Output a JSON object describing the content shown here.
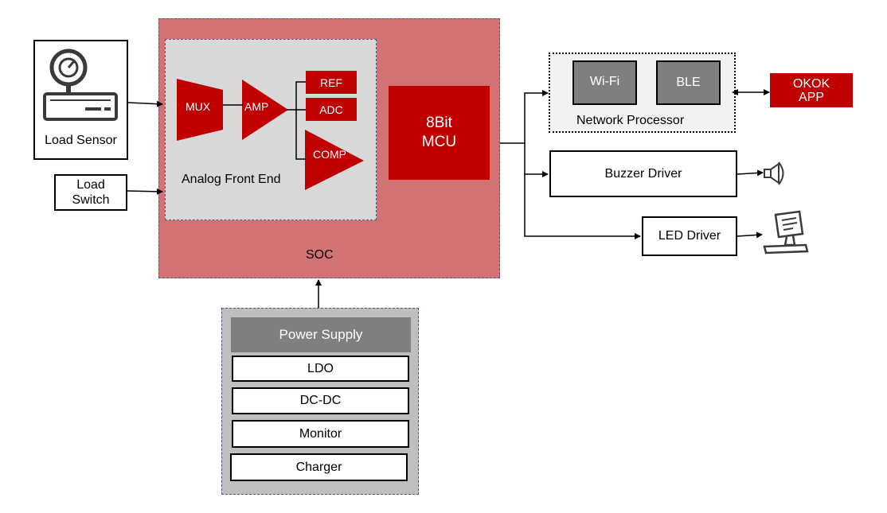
{
  "diagram": {
    "load_sensor": {
      "label": "Load Sensor",
      "icon": "scale-gauge-icon"
    },
    "load_switch": {
      "label": "Load\nSwitch"
    },
    "soc": {
      "label": "SOC",
      "color": "#d37274",
      "afe": {
        "label": "Analog Front End",
        "mux": "MUX",
        "amp": "AMP",
        "ref": "REF",
        "adc": "ADC",
        "comp": "COMP"
      },
      "mcu": {
        "line1": "8Bit",
        "line2": "MCU",
        "color": "#c00000"
      }
    },
    "network_processor": {
      "label": "Network Processor",
      "wifi": "Wi-Fi",
      "ble": "BLE"
    },
    "okok_app": {
      "line1": "OKOK",
      "line2": "APP",
      "color": "#c00000"
    },
    "buzzer_driver": {
      "label": "Buzzer Driver",
      "icon": "buzzer-icon"
    },
    "led_driver": {
      "label": "LED Driver",
      "icon": "display-icon"
    },
    "power_supply": {
      "title": "Power Supply",
      "items": [
        "LDO",
        "DC-DC",
        "Monitor",
        "Charger"
      ]
    }
  }
}
